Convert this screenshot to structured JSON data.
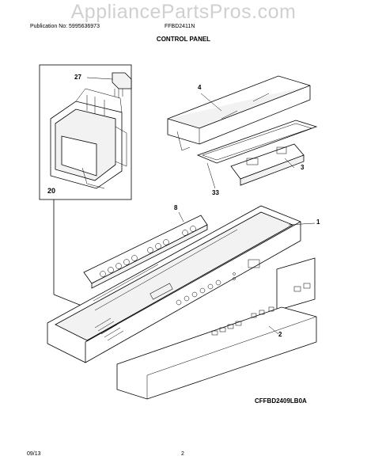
{
  "watermark": "AppliancePartsPros.com",
  "header": {
    "publication": "Publication No: 5995636973",
    "model": "FFBD2411N",
    "title": "CONTROL PANEL"
  },
  "callouts": {
    "c27": "27",
    "c20": "20",
    "c4": "4",
    "c3": "3",
    "c33": "33",
    "c8": "8",
    "c1": "1",
    "c2": "2"
  },
  "diagram_code": "CFFBD2409LB0A",
  "footer": {
    "date": "09/13",
    "page": "2"
  }
}
